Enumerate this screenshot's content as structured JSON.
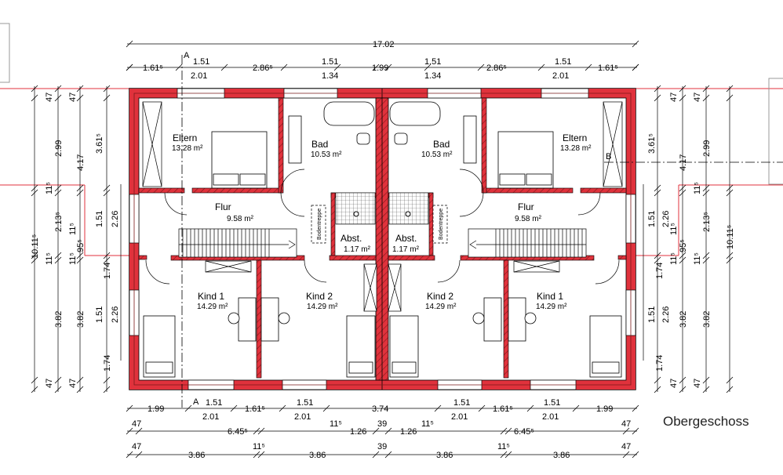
{
  "title": "Obergeschoss",
  "colors": {
    "wall": "#e0323c",
    "wall_dark": "#7a1a1a",
    "line": "#000000"
  },
  "section_marker": "A",
  "section_marker_b": "B",
  "rooms": {
    "eltern": {
      "name": "Eltern",
      "area": "13.28 m²"
    },
    "bad": {
      "name": "Bad",
      "area": "10.53 m²"
    },
    "flur": {
      "name": "Flur",
      "area": "9.58 m²"
    },
    "abst": {
      "name": "Abst.",
      "area": "1.17 m²"
    },
    "kind1": {
      "name": "Kind 1",
      "area": "14.29 m²"
    },
    "kind2": {
      "name": "Kind 2",
      "area": "14.29 m²"
    },
    "bodentreppe": "Bodentreppe"
  },
  "dims": {
    "top_total": "17.02",
    "top": [
      "1.61⁵",
      "1.51",
      "2.01",
      "2.86⁵",
      "1.51",
      "1.34",
      "1.99",
      "1.51",
      "1.34",
      "2.86⁵",
      "1.51",
      "2.01",
      "1.61⁵"
    ],
    "bottom_row1": [
      "1.99",
      "1.51",
      "2.01",
      "1.61⁵",
      "1.51",
      "2.01",
      "3.74",
      "1.51",
      "2.01",
      "1.61⁵",
      "1.51",
      "2.01",
      "1.99"
    ],
    "bottom_row2": [
      "47",
      "6.45⁵",
      "11⁵",
      "1.26",
      "39",
      "1.26",
      "11⁵",
      "6.45⁵",
      "47"
    ],
    "bottom_row3": [
      "47",
      "3.86",
      "11⁵",
      "3.86",
      "39",
      "3.86",
      "11⁵",
      "3.86",
      "47"
    ],
    "left_total": "10.11⁵",
    "left_a": [
      "47",
      "2.99",
      "11⁵",
      "2.13⁵",
      "11⁵",
      "3.82",
      "47"
    ],
    "left_b": [
      "47",
      "4.17",
      "11⁵",
      "95⁵",
      "11⁵",
      "3.82",
      "47"
    ],
    "left_c": [
      "3.61⁵",
      "1.51",
      "1.74",
      "1.51",
      "1.74"
    ],
    "left_d": [
      "2.26",
      "2.26"
    ],
    "right_total": "10.11⁵",
    "right_a": [
      "47",
      "2.99",
      "11⁵",
      "2.13⁵",
      "11⁵",
      "3.82",
      "47"
    ],
    "right_b": [
      "47",
      "4.17",
      "11⁵",
      "95⁵",
      "11⁵",
      "3.82",
      "47"
    ],
    "right_c": [
      "3.61⁵",
      "1.51",
      "1.74",
      "1.51",
      "1.74"
    ],
    "right_d": [
      "2.26",
      "2.26"
    ]
  }
}
